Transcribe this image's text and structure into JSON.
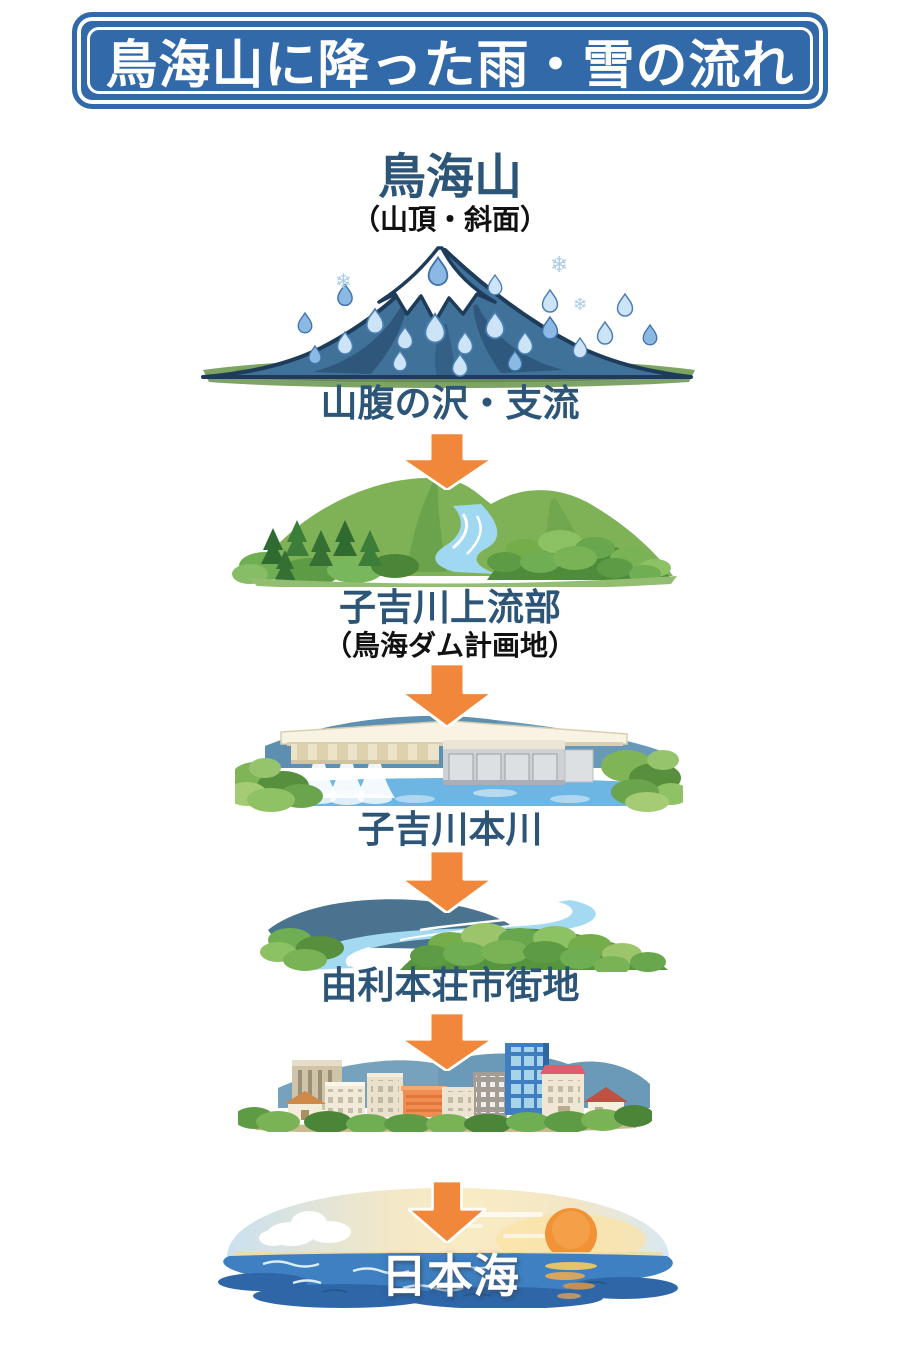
{
  "title": "鳥海山に降った雨・雪の流れ",
  "stages": [
    {
      "label": "鳥海山",
      "sublabel": "（山頂・斜面）",
      "illustration": "mount-chokai-with-rain-and-snow"
    },
    {
      "label": "山腹の沢・支流",
      "illustration": "mountainside-streams-and-tributaries"
    },
    {
      "label": "子吉川上流部",
      "sublabel": "（鳥海ダム計画地）",
      "illustration": "chokai-dam-planned-site"
    },
    {
      "label": "子吉川本川",
      "illustration": "koyoshi-river-mainstream"
    },
    {
      "label": "由利本荘市街地",
      "illustration": "yurihonjo-city-area"
    },
    {
      "label": "日本海",
      "illustration": "sea-of-japan-sunset"
    }
  ],
  "colors": {
    "banner_background": "#3269a8",
    "banner_text": "#ffffff",
    "stage_label": "#2d5578",
    "stage_sublabel": "#111111",
    "arrow_orange": "#f0873a",
    "sea_label_text": "#ffffff"
  }
}
